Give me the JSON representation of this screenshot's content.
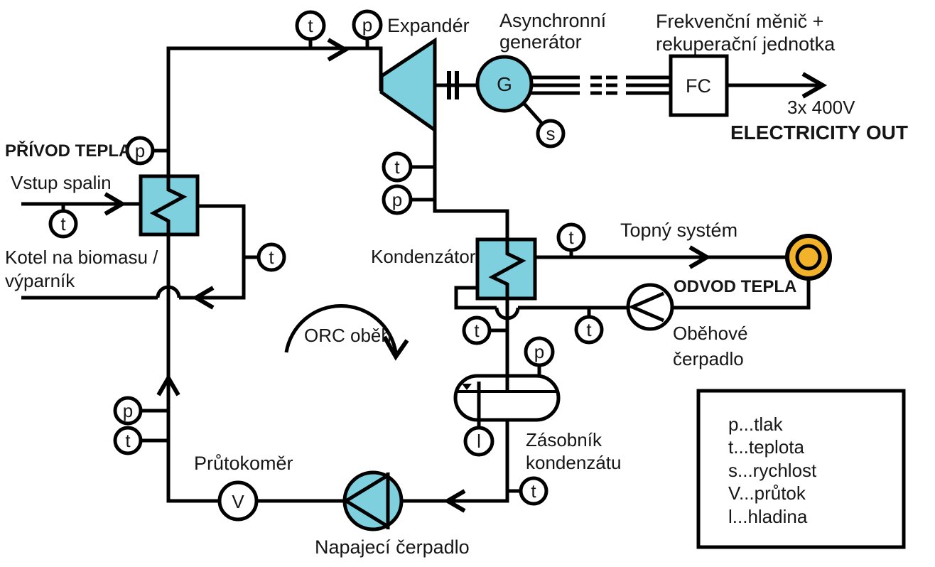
{
  "diagram": {
    "type": "ORC biomass plant process-and-instrumentation diagram",
    "labels": {
      "heat_in": "PŘÍVOD TEPLA",
      "flue_gas_in": "Vstup spalin",
      "boiler_line1": "Kotel na biomasu /",
      "boiler_line2": "výparník",
      "expander": "Expandér",
      "generator_line1": "Asynchronní",
      "generator_line2": "generátor",
      "generator_symbol": "G",
      "freq_conv_line1": "Frekvenční měnič +",
      "freq_conv_line2": "rekuperační jednotka",
      "fc_box": "FC",
      "voltage": "3x 400V",
      "electricity_out": "ELECTRICITY OUT",
      "condenser": "Kondenzátor",
      "heating_system": "Topný systém",
      "heat_out": "ODVOD TEPLA",
      "circ_pump_line1": "Oběhové",
      "circ_pump_line2": "čerpadlo",
      "orc_cycle": "ORC oběh",
      "tank_line1": "Zásobník",
      "tank_line2": "kondenzátu",
      "flow_meter": "Průtokoměr",
      "feed_pump": "Napajecí čerpadlo"
    },
    "instrument_letters": {
      "p": "p",
      "t": "t",
      "s": "s",
      "V": "V",
      "l": "l"
    },
    "legend": {
      "items": [
        "p...tlak",
        "t...teplota",
        "s...rychlost",
        "V...průtok",
        "l...hladina"
      ]
    },
    "colors": {
      "component_fill": "#7FD0DF",
      "heat_in_text": "#E43131",
      "heat_out_text": "#F0823E",
      "electricity_out_text": "#3CB94E",
      "heating_indicator": "#F2B32A",
      "line": "#000000"
    }
  }
}
